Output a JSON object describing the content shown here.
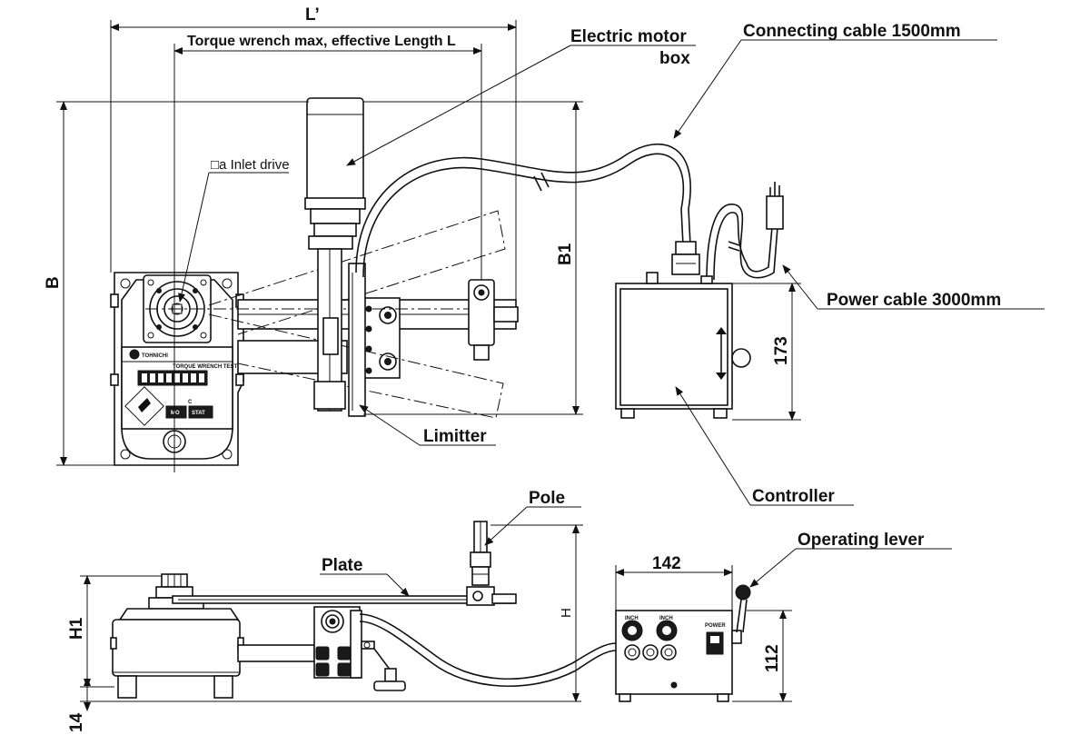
{
  "labels": {
    "l_prime": "L’",
    "torque_wrench_length": "Torque wrench max, effective Length L",
    "electric_motor_line1": "Electric motor",
    "electric_motor_line2": "box",
    "connecting_cable": "Connecting cable 1500mm",
    "inlet_drive": "□a Inlet drive",
    "b": "B",
    "b1": "B1",
    "power_cable": "Power cable 3000mm",
    "dim_173": "173",
    "limitter": "Limitter",
    "controller": "Controller",
    "pole": "Pole",
    "operating_lever": "Operating lever",
    "plate": "Plate",
    "dim_142": "142",
    "h1": "H1",
    "h": "H",
    "dim_112": "112",
    "dim_14": "14"
  },
  "device_text": {
    "brand": "TOHNICHI",
    "model": "TORQUE WRENCH TESTER",
    "panel_c": "C",
    "btn_mo": "MO",
    "btn_stat": "STAT",
    "inch_left": "INCH",
    "inch_right": "INCH",
    "power": "POWER"
  },
  "colors": {
    "line": "#111111",
    "background": "#ffffff"
  }
}
